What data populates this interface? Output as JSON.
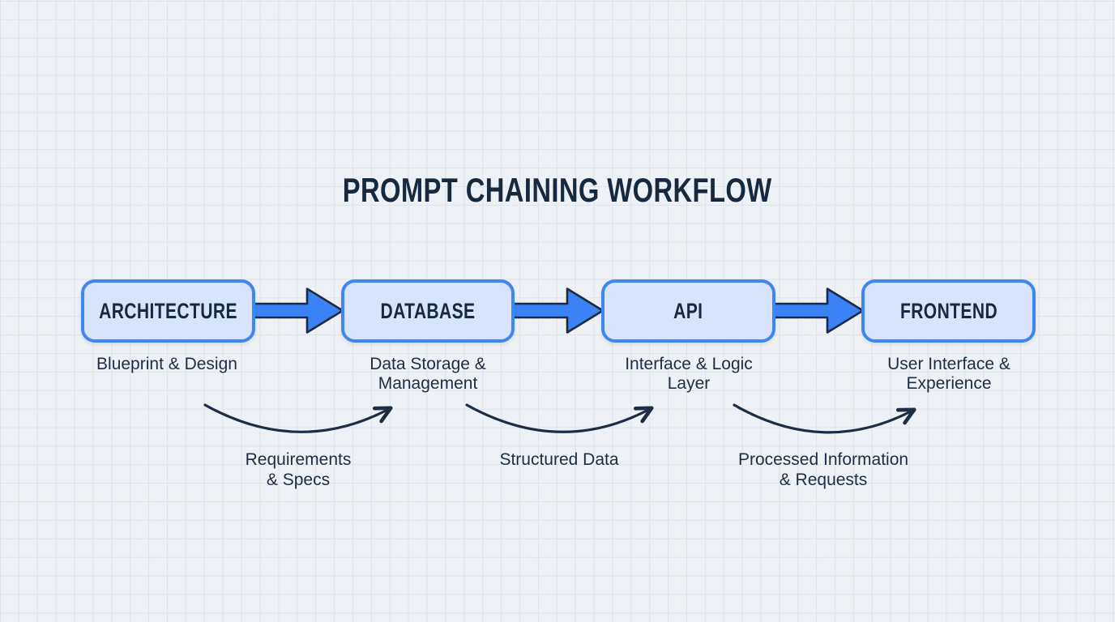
{
  "title": "PROMPT CHAINING WORKFLOW",
  "nodes": [
    {
      "label": "ARCHITECTURE",
      "subtitle": "Blueprint & Design"
    },
    {
      "label": "DATABASE",
      "subtitle": "Data Storage &\nManagement"
    },
    {
      "label": "API",
      "subtitle": "Interface & Logic\nLayer"
    },
    {
      "label": "FRONTEND",
      "subtitle": "User Interface &\nExperience"
    }
  ],
  "edges": [
    {
      "from": "ARCHITECTURE",
      "to": "DATABASE",
      "label": "Requirements\n& Specs"
    },
    {
      "from": "DATABASE",
      "to": "API",
      "label": "Structured Data"
    },
    {
      "from": "API",
      "to": "FRONTEND",
      "label": "Processed Information\n& Requests"
    }
  ],
  "colors": {
    "background": "#eef1f5",
    "grid_line": "#dfe3ea",
    "node_fill": "#d7e4fb",
    "node_border": "#3e87f0",
    "arrow_fill": "#3b82f6",
    "arrow_outline": "#1b2b40",
    "text_dark": "#16293e",
    "curve_stroke": "#1c2e45"
  }
}
